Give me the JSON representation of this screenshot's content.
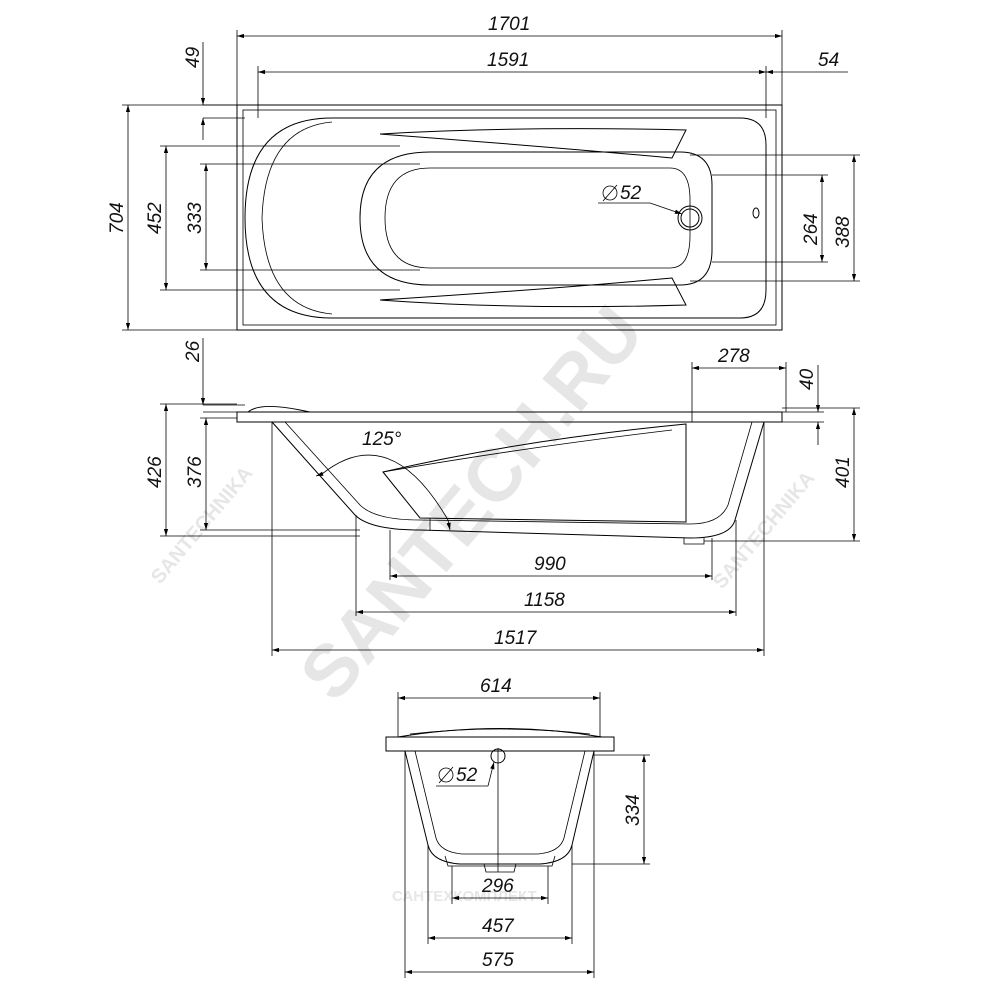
{
  "watermark": {
    "main": "SANTECH.RU",
    "side": "SANTECHNIKA",
    "bottom": "САНТЕХКОМПЛЕКТ"
  },
  "top_view": {
    "length_overall": "1701",
    "length_inner": "1591",
    "rim_left": "49",
    "rim_right": "54",
    "width_overall": "704",
    "width_inner": "452",
    "width_bottom": "333",
    "drain_label": "52",
    "width_right_inner": "264",
    "width_right_outer": "388"
  },
  "side_view": {
    "rim_thickness": "26",
    "overflow_offset": "278",
    "rim_right": "40",
    "angle": "125°",
    "height_overall": "426",
    "depth_left": "376",
    "depth_right": "401",
    "bottom_flat": "990",
    "bottom_length": "1158",
    "basin_length": "1517"
  },
  "end_view": {
    "width_top": "614",
    "drain_label": "52",
    "depth": "334",
    "bottom_inner": "296",
    "bottom_outer": "457",
    "width_base": "575"
  }
}
